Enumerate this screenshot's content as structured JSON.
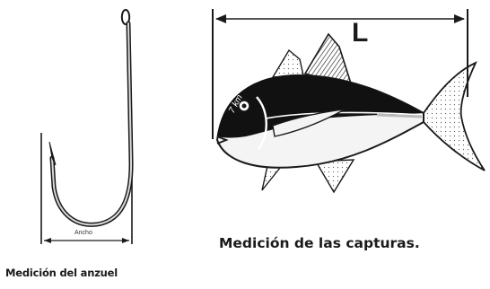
{
  "hook_diagram": {
    "caption": "Medición del anzuel",
    "width_label": "Ancho"
  },
  "fish_diagram": {
    "caption": "Medición de las capturas.",
    "length_label": "L",
    "scale_label": "7 km"
  },
  "colors": {
    "ink": "#1a1a1a",
    "fish_dark": "#111111",
    "fish_light": "#f4f4f4",
    "background": "#ffffff"
  }
}
